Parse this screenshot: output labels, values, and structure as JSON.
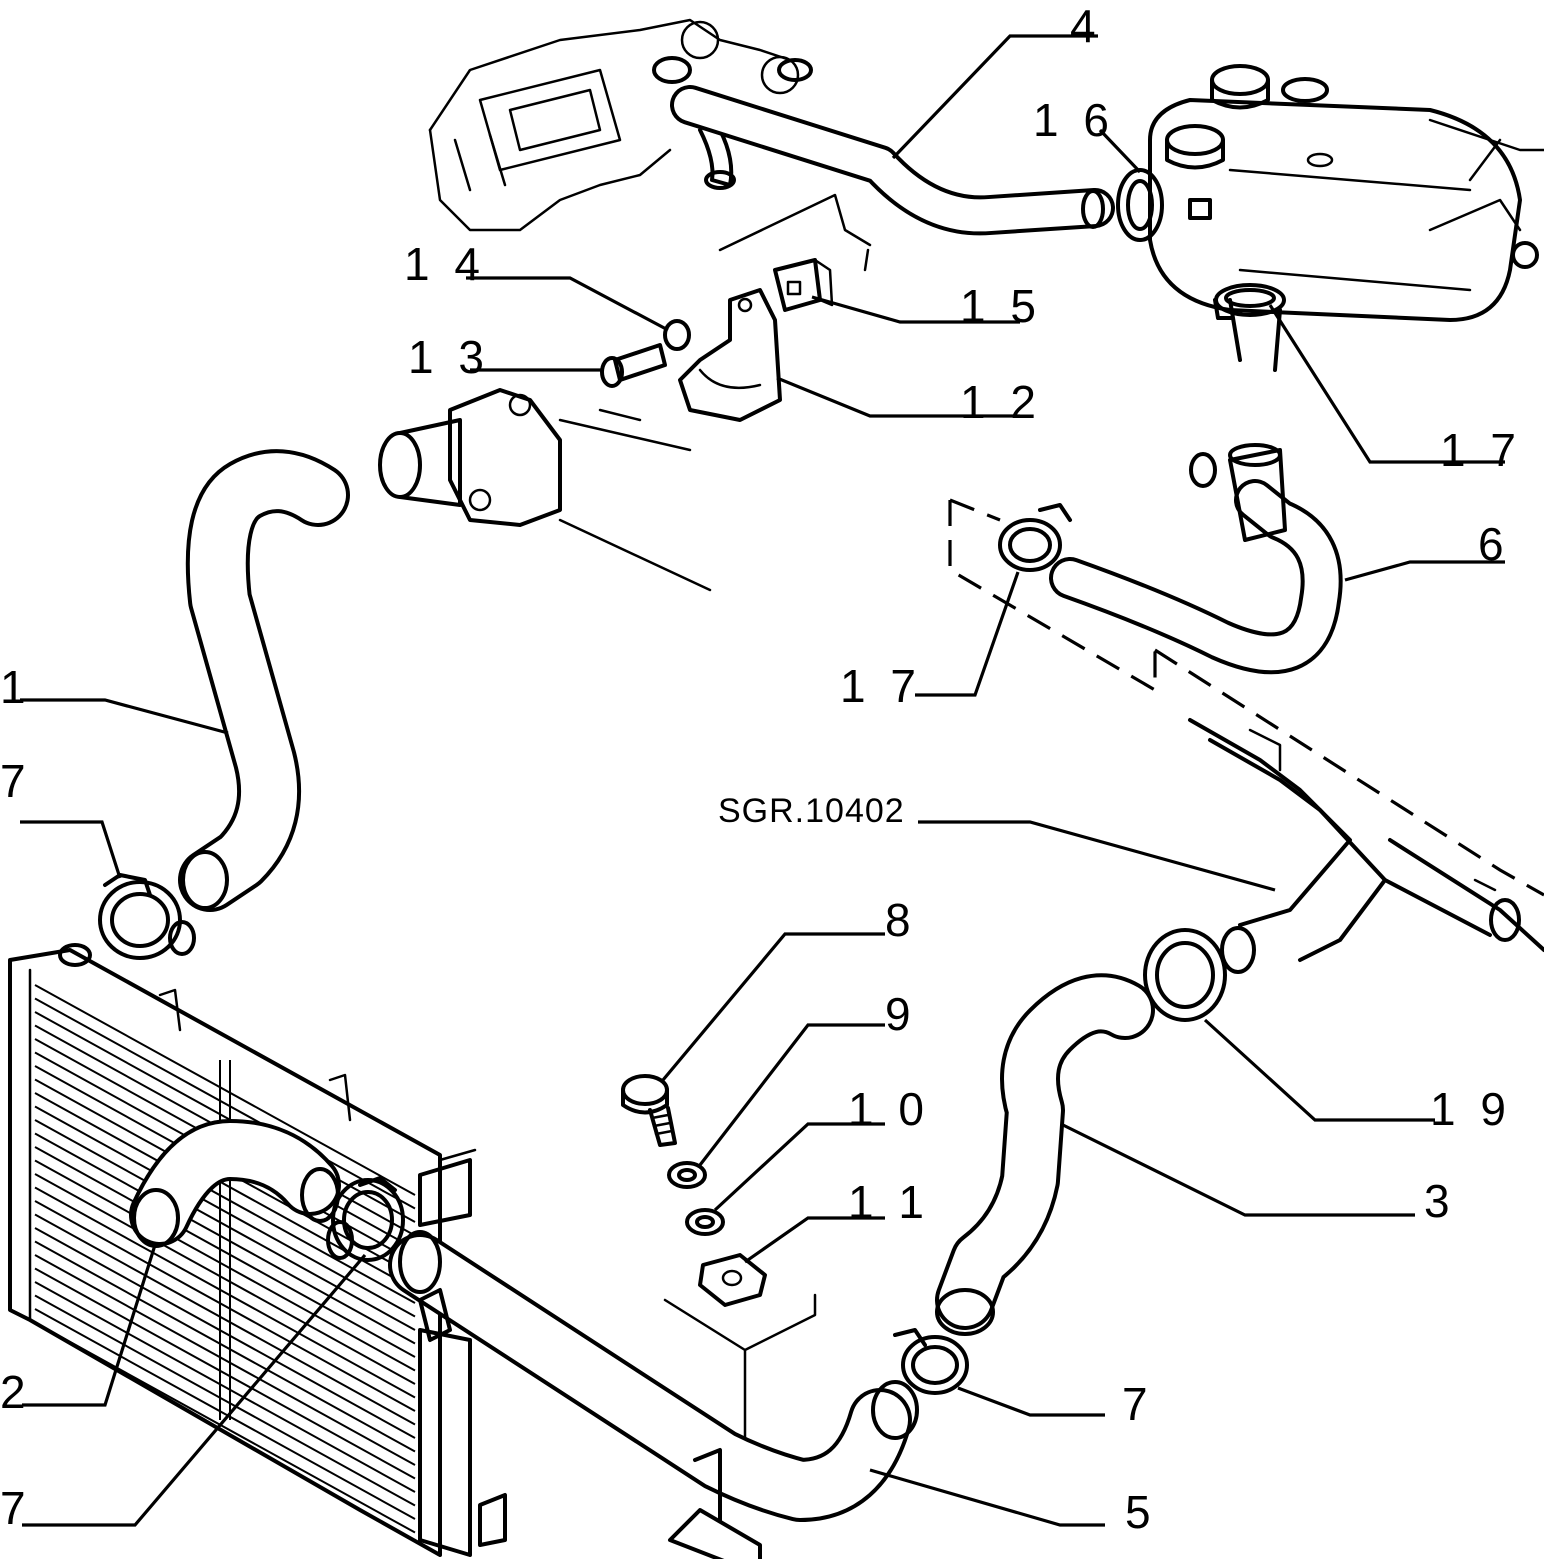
{
  "callouts": [
    {
      "id": "c4",
      "text": "4"
    },
    {
      "id": "c16",
      "text": "1 6"
    },
    {
      "id": "c14",
      "text": "1 4"
    },
    {
      "id": "c15",
      "text": "1 5"
    },
    {
      "id": "c13",
      "text": "1 3"
    },
    {
      "id": "c12",
      "text": "1 2"
    },
    {
      "id": "c17a",
      "text": "1 7"
    },
    {
      "id": "c6",
      "text": "6"
    },
    {
      "id": "c17b",
      "text": "1 7"
    },
    {
      "id": "c1",
      "text": "1"
    },
    {
      "id": "c7a",
      "text": "7"
    },
    {
      "id": "c8",
      "text": "8"
    },
    {
      "id": "c9",
      "text": "9"
    },
    {
      "id": "c10",
      "text": "1 0"
    },
    {
      "id": "c11",
      "text": "1 1"
    },
    {
      "id": "c19",
      "text": "1 9"
    },
    {
      "id": "c3",
      "text": "3"
    },
    {
      "id": "c2",
      "text": "2"
    },
    {
      "id": "c7b",
      "text": "7"
    },
    {
      "id": "c7c",
      "text": "7"
    },
    {
      "id": "c5",
      "text": "5"
    }
  ],
  "reference_code": "SGR.10402"
}
